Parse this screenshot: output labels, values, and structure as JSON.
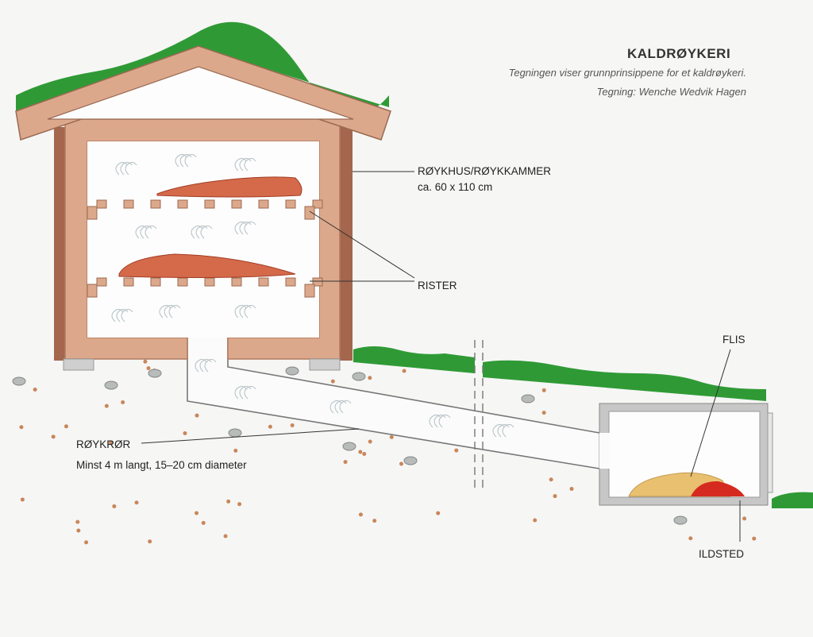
{
  "header": {
    "title": "KALDRØYKERI",
    "subtitle": "Tegningen viser grunnprinsippene for et kaldrøykeri.",
    "credit": "Tegning: Wenche Wedvik Hagen"
  },
  "labels": {
    "smokehouse": "RØYKHUS/RØYKKAMMER",
    "smokehouse_size": "ca. 60 x 110 cm",
    "racks": "RISTER",
    "chips": "FLIS",
    "pipe": "RØYKRØR",
    "pipe_spec": "Minst 4 m langt, 15–20 cm diameter",
    "fireplace": "ILDSTED"
  },
  "colors": {
    "wood": "#d9a98a",
    "wood_dark": "#a4664d",
    "grass": "#2f9a35",
    "fish": "#d46a4a",
    "ember_red": "#d52a1f",
    "chips_light": "#e8c070"
  }
}
